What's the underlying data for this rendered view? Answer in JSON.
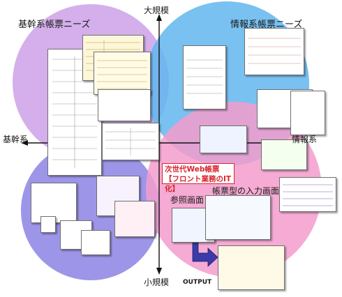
{
  "quadrants": {
    "top_left_title": "基幹系帳票ニーズ",
    "top_right_title": "情報系帳票ニーズ"
  },
  "axes": {
    "top": "大規模",
    "bottom": "小規模",
    "left": "基幹系",
    "right": "情報系"
  },
  "callout": {
    "line1": "次世代Web帳票",
    "line2": "【フロント業務のIT化】"
  },
  "screens": {
    "reference": "参照画面",
    "form_input": "帳票型の入力画面"
  },
  "output_label": "OUTPUT",
  "colors": {
    "purple_circle": "#cfa6ea",
    "blue_circle": "#62b6ee",
    "violet_circle": "#8c84e4",
    "pink_circle": "#f39ccd",
    "callout_red": "#d9232e",
    "output_arrow": "#3a3aa8"
  }
}
